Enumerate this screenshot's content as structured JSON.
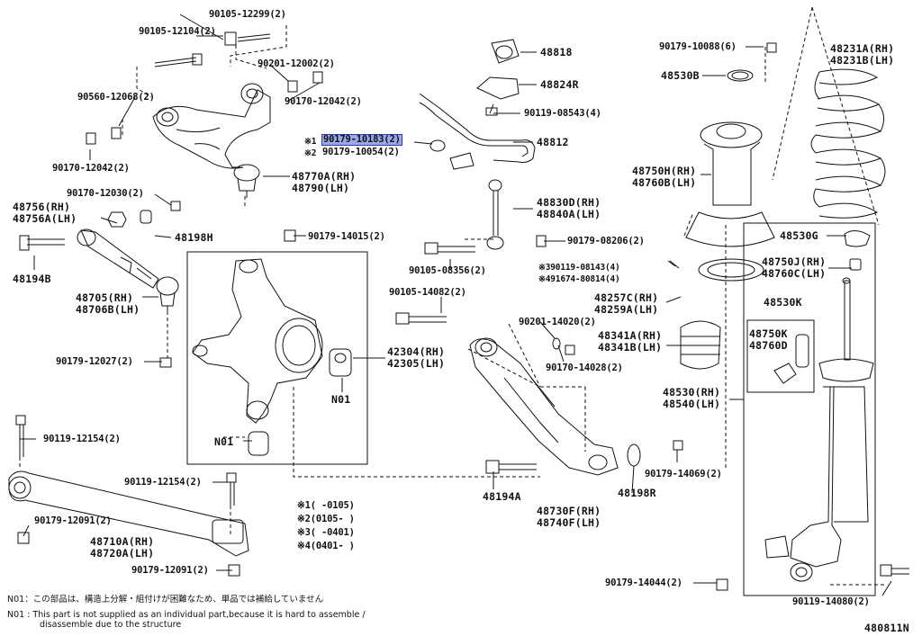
{
  "diagram_code": "480811N",
  "labels": {
    "p90105_12299": "90105-12299(2)",
    "p90105_12104": "90105-12104(2)",
    "p90201_12002": "90201-12002(2)",
    "p90560_12068": "90560-12068(2)",
    "p90170_12042a": "90170-12042(2)",
    "p90170_12042b": "90170-12042(2)",
    "p48818": "48818",
    "p48824r": "48824R",
    "p90119_08543": "90119-08543(4)",
    "p48812": "48812",
    "mark1": "※1",
    "p90179_10183": "90179-10183(2)",
    "mark2": "※2",
    "p90179_10054": "90179-10054(2)",
    "p48770a": "48770A(RH)",
    "p48790": "48790(LH)",
    "p90170_12030": "90170-12030(2)",
    "p48756": "48756(RH)",
    "p48756a": "48756A(LH)",
    "p48198h": "48198H",
    "p90179_14015": "90179-14015(2)",
    "p48194b": "48194B",
    "p48705": "48705(RH)",
    "p48706b": "48706B(LH)",
    "p90179_12027": "90179-12027(2)",
    "p48830d": "48830D(RH)",
    "p48840a": "48840A(LH)",
    "p90179_08206": "90179-08206(2)",
    "p90105_08356": "90105-08356(2)",
    "p90119_08143": "※390119-08143(4)",
    "p491674": "※491674-80814(4)",
    "p90105_14082": "90105-14082(2)",
    "p90201_14020": "90201-14020(2)",
    "p42304": "42304(RH)",
    "p42305": "42305(LH)",
    "n01a": "N01",
    "p90170_14028": "90170-14028(2)",
    "n01b": "N01",
    "p90119_12154a": "90119-12154(2)",
    "p90119_12154b": "90119-12154(2)",
    "p90179_12091a": "90179-12091(2)",
    "p48710a": "48710A(RH)",
    "p48720a": "48720A(LH)",
    "p90179_12091b": "90179-12091(2)",
    "p48194a": "48194A",
    "p48730f": "48730F(RH)",
    "p48740f": "48740F(LH)",
    "p48198r": "48198R",
    "p90179_14069": "90179-14069(2)",
    "p90179_10088": "90179-10088(6)",
    "p48530b": "48530B",
    "p48750h": "48750H(RH)",
    "p48760b": "48760B(LH)",
    "p48257c": "48257C(RH)",
    "p48259a": "48259A(LH)",
    "p48341a": "48341A(RH)",
    "p48341b": "48341B(LH)",
    "p48530": "48530(RH)",
    "p48540": "48540(LH)",
    "p48231a": "48231A(RH)",
    "p48231b": "48231B(LH)",
    "p48530g": "48530G",
    "p48750j": "48750J(RH)",
    "p48760c": "48760C(LH)",
    "p48530k": "48530K",
    "p48750k": "48750K",
    "p48760d": "48760D",
    "p90179_14044": "90179-14044(2)",
    "p90119_14080": "90119-14080(2)"
  },
  "legend": {
    "l1": "※1(   -0105)",
    "l2": "※2(0105-   )",
    "l3": "※3(   -0401)",
    "l4": "※4(0401-   )"
  },
  "notes": {
    "jp": "N01：この部品は、構造上分解・組付けが困難なため、単品では補給していません",
    "en1": "N01 : This part is not supplied as an individual part,because it is hard to assemble /",
    "en2": "disassemble due to the structure"
  }
}
